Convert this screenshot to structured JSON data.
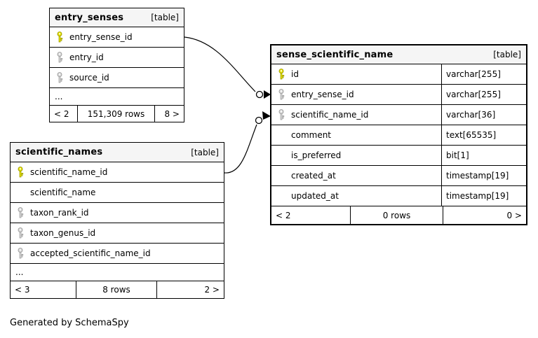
{
  "note": "Generated by SchemaSpy",
  "colors": {
    "pk_key": "#e8e400",
    "fk_key": "#d9d9d9",
    "header_bg": "#f5f5f5",
    "border": "#000000",
    "background": "#ffffff"
  },
  "tables": [
    {
      "title": "entry_senses",
      "tag": "[table]",
      "columns": [
        {
          "name": "entry_sense_id",
          "key": "pk"
        },
        {
          "name": "entry_id",
          "key": "fk"
        },
        {
          "name": "source_id",
          "key": "fk"
        }
      ],
      "ellipsis": "...",
      "footer": {
        "left": "< 2",
        "center": "151,309 rows",
        "right": "8 >"
      }
    },
    {
      "title": "scientific_names",
      "tag": "[table]",
      "columns": [
        {
          "name": "scientific_name_id",
          "key": "pk"
        },
        {
          "name": "scientific_name",
          "key": ""
        },
        {
          "name": "taxon_rank_id",
          "key": "fk"
        },
        {
          "name": "taxon_genus_id",
          "key": "fk"
        },
        {
          "name": "accepted_scientific_name_id",
          "key": "fk"
        }
      ],
      "ellipsis": "...",
      "footer": {
        "left": "< 3",
        "center": "8 rows",
        "right": "2 >"
      }
    },
    {
      "title": "sense_scientific_name",
      "tag": "[table]",
      "columns": [
        {
          "name": "id",
          "key": "pk",
          "type": "varchar[255]"
        },
        {
          "name": "entry_sense_id",
          "key": "fk",
          "type": "varchar[255]"
        },
        {
          "name": "scientific_name_id",
          "key": "fk",
          "type": "varchar[36]"
        },
        {
          "name": "comment",
          "key": "",
          "type": "text[65535]"
        },
        {
          "name": "is_preferred",
          "key": "",
          "type": "bit[1]"
        },
        {
          "name": "created_at",
          "key": "",
          "type": "timestamp[19]"
        },
        {
          "name": "updated_at",
          "key": "",
          "type": "timestamp[19]"
        }
      ],
      "footer": {
        "left": "< 2",
        "center": "0 rows",
        "right": "0 >"
      }
    }
  ],
  "relationships": [
    {
      "from": "entry_senses.entry_sense_id",
      "to": "sense_scientific_name.entry_sense_id"
    },
    {
      "from": "scientific_names.scientific_name_id",
      "to": "sense_scientific_name.scientific_name_id"
    }
  ]
}
